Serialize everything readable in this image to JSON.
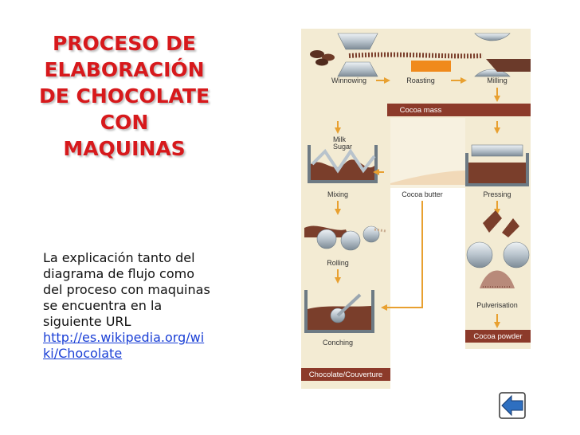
{
  "slide": {
    "title_lines": [
      "PROCESO DE",
      "ELABORACIÓN",
      "DE CHOCOLATE",
      "CON",
      "MAQUINAS"
    ],
    "body_lines": [
      "La explicación tanto del",
      "diagrama de flujo como",
      "del proceso con maquinas",
      "se encuentra en la",
      "siguiente URL"
    ],
    "link_lines": [
      "http://es.wikipedia.org/wi",
      "ki/Chocolate"
    ],
    "colors": {
      "title": "#d7191c",
      "link": "#1a3fd6",
      "accent_bar": "#8c3a2a",
      "arrow": "#e8a030",
      "back_button": "#2e6fc0"
    }
  },
  "diagram": {
    "winnowing": "Winnowing",
    "roasting": "Roasting",
    "milling": "Milling",
    "cocoa_mass": "Cocoa mass",
    "milk": "Milk",
    "sugar": "Sugar",
    "mixing": "Mixing",
    "cocoa_butter": "Cocoa butter",
    "pressing": "Pressing",
    "rolling": "Rolling",
    "pulverisation": "Pulverisation",
    "conching": "Conching",
    "cocoa_powder": "Cocoa powder",
    "chocolate": "Chocolate/Couverture"
  },
  "nav": {
    "back_icon": "back-arrow-icon"
  }
}
